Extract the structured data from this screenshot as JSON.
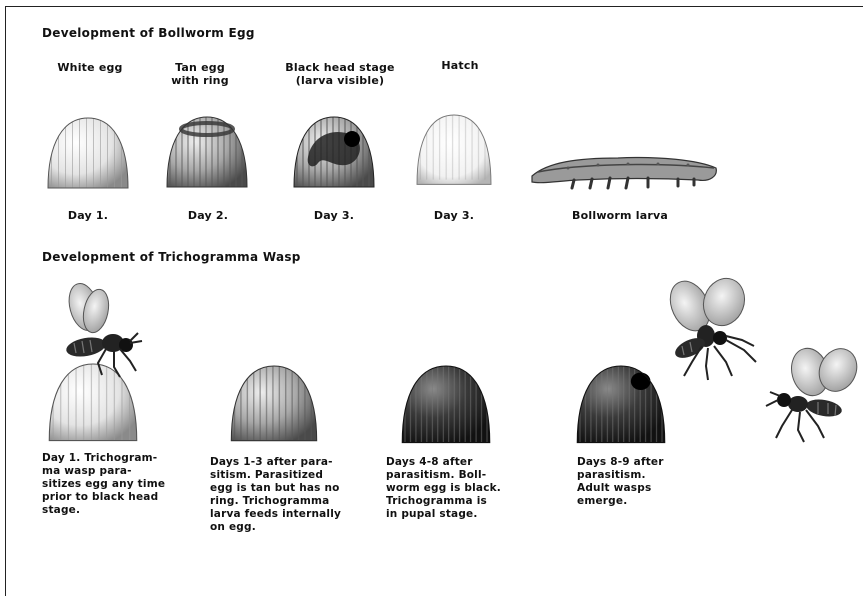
{
  "bollworm": {
    "title": "Development of Bollworm Egg",
    "stages": [
      {
        "label": "White egg",
        "day": "Day 1."
      },
      {
        "label": "Tan egg\nwith ring",
        "day": "Day 2."
      },
      {
        "label": "Black head stage\n(larva visible)",
        "day": "Day 3."
      },
      {
        "label": "Hatch",
        "day": "Day 3."
      }
    ],
    "larva_label": "Bollworm larva"
  },
  "wasp": {
    "title": "Development of Trichogramma Wasp",
    "captions": [
      "Day 1. Trichogram-\nma wasp para-\nsitizes egg any time\nprior to black head\nstage.",
      "Days 1-3 after para-\nsitism. Parasitized\negg is tan but has no\nring. Trichogramma\nlarva feeds internally\non egg.",
      "Days 4-8 after\nparasitism. Boll-\nworm egg is black.\nTrichogramma is\nin pupal stage.",
      "Days 8-9 after\nparasitism.\nAdult wasps\nemerge."
    ]
  },
  "colors": {
    "text": "#111111",
    "background": "#ffffff"
  }
}
